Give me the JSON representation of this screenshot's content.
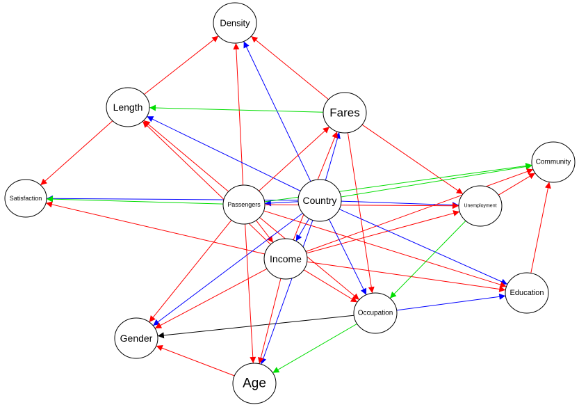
{
  "colors": {
    "red": "#ff0000",
    "blue": "#0000ff",
    "green": "#00dd00",
    "black": "#000000"
  },
  "nodes": [
    {
      "id": "Density",
      "label": "Density"
    },
    {
      "id": "Length",
      "label": "Length"
    },
    {
      "id": "Fares",
      "label": "Fares"
    },
    {
      "id": "Community",
      "label": "Community"
    },
    {
      "id": "Satisfaction",
      "label": "Satisfaction"
    },
    {
      "id": "Passengers",
      "label": "Passengers"
    },
    {
      "id": "Country",
      "label": "Country"
    },
    {
      "id": "Unemployment",
      "label": "Unemployment"
    },
    {
      "id": "Income",
      "label": "Income"
    },
    {
      "id": "Education",
      "label": "Education"
    },
    {
      "id": "Occupation",
      "label": "Occupation"
    },
    {
      "id": "Gender",
      "label": "Gender"
    },
    {
      "id": "Age",
      "label": "Age"
    }
  ],
  "edges": [
    {
      "from": "Length",
      "to": "Density",
      "color": "red"
    },
    {
      "from": "Fares",
      "to": "Density",
      "color": "red"
    },
    {
      "from": "Passengers",
      "to": "Density",
      "color": "red"
    },
    {
      "from": "Country",
      "to": "Density",
      "color": "blue"
    },
    {
      "from": "Fares",
      "to": "Length",
      "color": "green"
    },
    {
      "from": "Country",
      "to": "Length",
      "color": "blue"
    },
    {
      "from": "Passengers",
      "to": "Length",
      "color": "red"
    },
    {
      "from": "Income",
      "to": "Length",
      "color": "red"
    },
    {
      "from": "Length",
      "to": "Satisfaction",
      "color": "red"
    },
    {
      "from": "Passengers",
      "to": "Fares",
      "color": "red"
    },
    {
      "from": "Country",
      "to": "Fares",
      "color": "blue"
    },
    {
      "from": "Income",
      "to": "Fares",
      "color": "red"
    },
    {
      "from": "Fares",
      "to": "Unemployment",
      "color": "red"
    },
    {
      "from": "Fares",
      "to": "Occupation",
      "color": "red"
    },
    {
      "from": "Country",
      "to": "Satisfaction",
      "color": "blue"
    },
    {
      "from": "Passengers",
      "to": "Satisfaction",
      "color": "green"
    },
    {
      "from": "Income",
      "to": "Satisfaction",
      "color": "red"
    },
    {
      "from": "Country",
      "to": "Passengers",
      "color": "blue"
    },
    {
      "from": "Country",
      "to": "Community",
      "color": "green"
    },
    {
      "from": "Passengers",
      "to": "Community",
      "color": "green"
    },
    {
      "from": "Country",
      "to": "Unemployment",
      "color": "blue"
    },
    {
      "from": "Passengers",
      "to": "Unemployment",
      "color": "red"
    },
    {
      "from": "Unemployment",
      "to": "Community",
      "color": "red"
    },
    {
      "from": "Income",
      "to": "Community",
      "color": "red"
    },
    {
      "from": "Income",
      "to": "Unemployment",
      "color": "red"
    },
    {
      "from": "Education",
      "to": "Community",
      "color": "red"
    },
    {
      "from": "Country",
      "to": "Income",
      "color": "blue"
    },
    {
      "from": "Passengers",
      "to": "Income",
      "color": "red"
    },
    {
      "from": "Country",
      "to": "Education",
      "color": "blue"
    },
    {
      "from": "Passengers",
      "to": "Education",
      "color": "red"
    },
    {
      "from": "Income",
      "to": "Education",
      "color": "red"
    },
    {
      "from": "Country",
      "to": "Occupation",
      "color": "blue"
    },
    {
      "from": "Passengers",
      "to": "Occupation",
      "color": "red"
    },
    {
      "from": "Income",
      "to": "Occupation",
      "color": "red"
    },
    {
      "from": "Unemployment",
      "to": "Occupation",
      "color": "green"
    },
    {
      "from": "Occupation",
      "to": "Education",
      "color": "blue"
    },
    {
      "from": "Country",
      "to": "Gender",
      "color": "blue"
    },
    {
      "from": "Passengers",
      "to": "Gender",
      "color": "red"
    },
    {
      "from": "Income",
      "to": "Gender",
      "color": "red"
    },
    {
      "from": "Occupation",
      "to": "Gender",
      "color": "black"
    },
    {
      "from": "Age",
      "to": "Gender",
      "color": "red"
    },
    {
      "from": "Country",
      "to": "Age",
      "color": "blue"
    },
    {
      "from": "Passengers",
      "to": "Age",
      "color": "red"
    },
    {
      "from": "Income",
      "to": "Age",
      "color": "red"
    },
    {
      "from": "Occupation",
      "to": "Age",
      "color": "green"
    }
  ]
}
